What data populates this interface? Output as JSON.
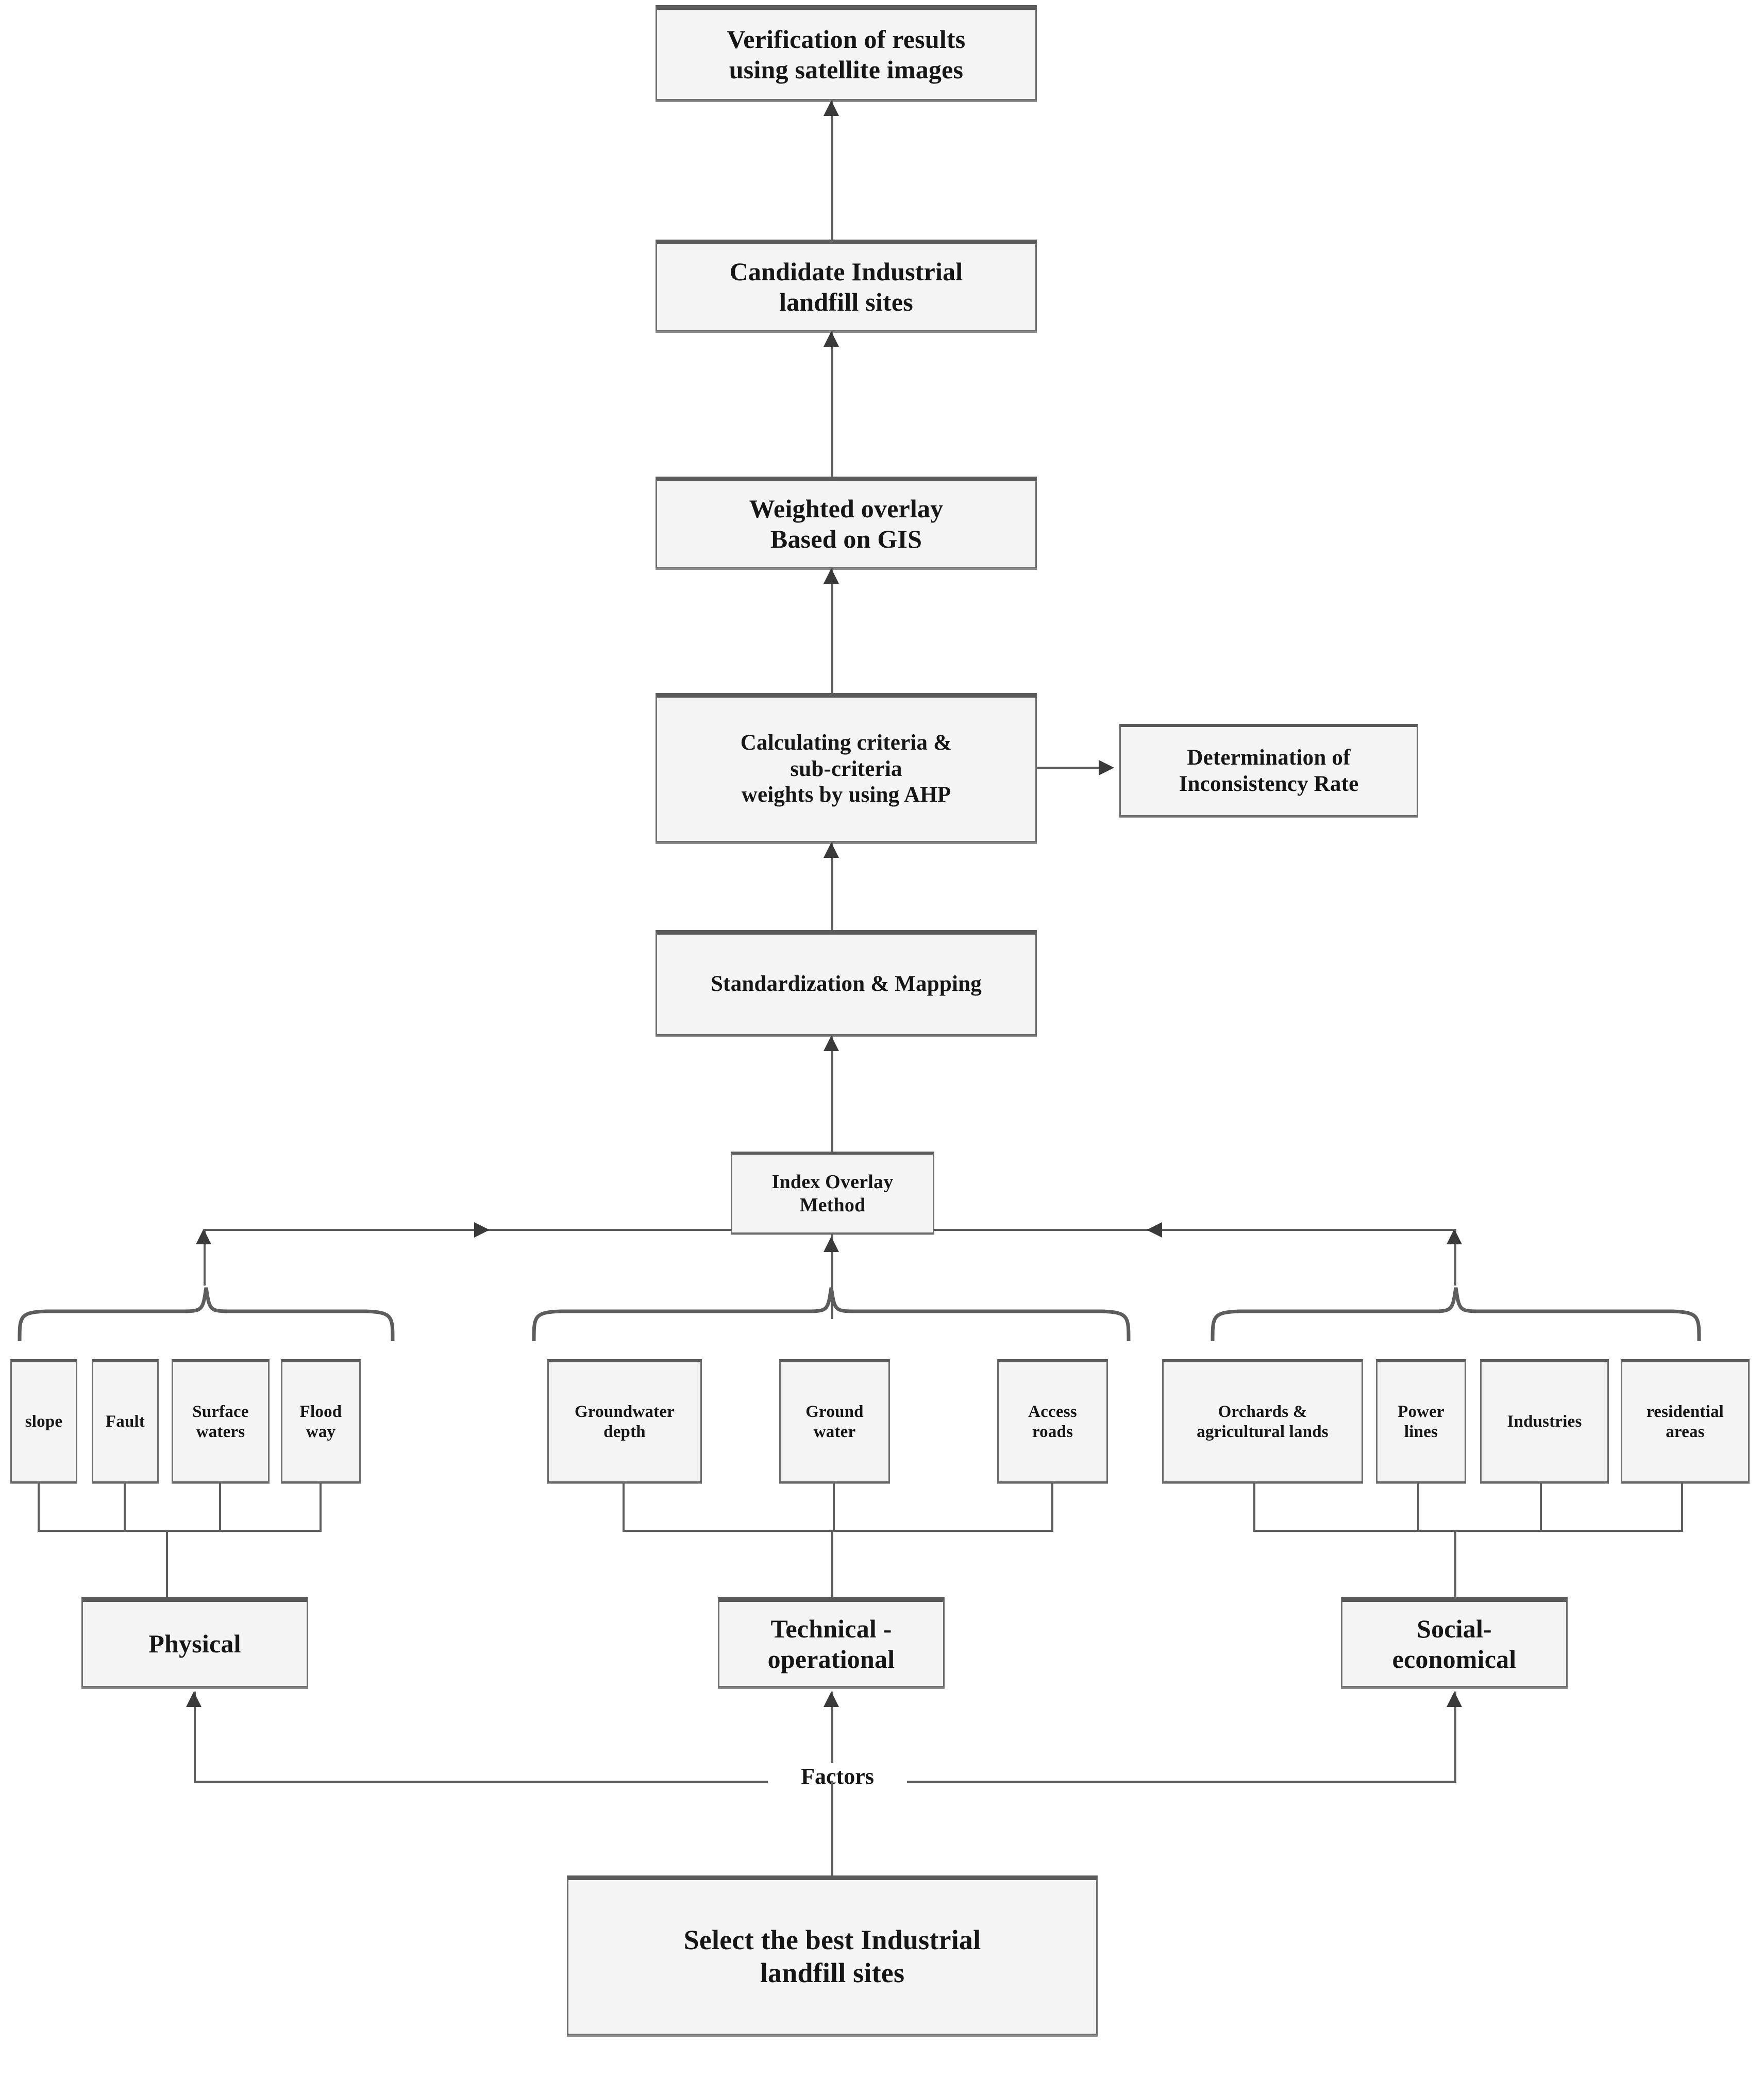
{
  "diagram": {
    "title": "Industrial landfill site selection methodology flowchart",
    "colors": {
      "box_fill": "#f4f4f4",
      "box_border": "#6e6e6e",
      "connector": "#5d5d5d",
      "text": "#161616"
    }
  },
  "process_chain": [
    {
      "id": "verification",
      "label": "Verification of results\nusing satellite images"
    },
    {
      "id": "candidate-sites",
      "label": "Candidate Industrial\nlandfill sites"
    },
    {
      "id": "weighted-overlay",
      "label": "Weighted overlay\nBased on GIS"
    },
    {
      "id": "ahp-weights",
      "label": "Calculating criteria &\nsub-criteria\nweights by using AHP"
    },
    {
      "id": "standardization",
      "label": "Standardization & Mapping"
    },
    {
      "id": "index-overlay",
      "label": "Index Overlay\nMethod"
    }
  ],
  "side_node": {
    "id": "inconsistency",
    "label": "Determination of\nInconsistency Rate"
  },
  "groups": [
    {
      "id": "physical",
      "category_label": "Physical",
      "sub_criteria": [
        {
          "id": "slope",
          "label": "slope"
        },
        {
          "id": "fault",
          "label": "Fault"
        },
        {
          "id": "surface-waters",
          "label": "Surface\nwaters"
        },
        {
          "id": "flood-way",
          "label": "Flood\nway"
        }
      ]
    },
    {
      "id": "technical-operational",
      "category_label": "Technical -\noperational",
      "sub_criteria": [
        {
          "id": "groundwater-depth",
          "label": "Groundwater\ndepth"
        },
        {
          "id": "ground-water",
          "label": "Ground\nwater"
        },
        {
          "id": "access-roads",
          "label": "Access\nroads"
        }
      ]
    },
    {
      "id": "social-economical",
      "category_label": "Social-\neconomical",
      "sub_criteria": [
        {
          "id": "orchards-agri",
          "label": "Orchards &\nagricultural lands"
        },
        {
          "id": "power-lines",
          "label": "Power\nlines"
        },
        {
          "id": "industries",
          "label": "Industries"
        },
        {
          "id": "residential-areas",
          "label": "residential\nareas"
        }
      ]
    }
  ],
  "factors_label": "Factors",
  "goal": {
    "id": "goal",
    "label": "Select the best Industrial\nlandfill sites"
  }
}
